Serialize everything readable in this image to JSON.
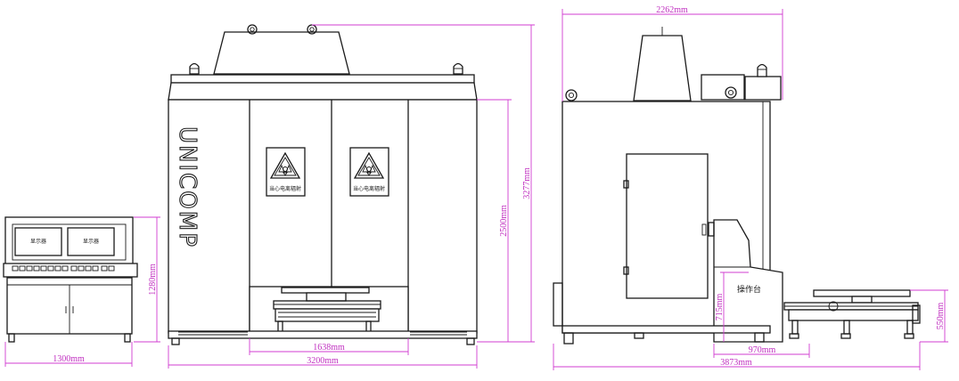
{
  "brand": "UNICOMP",
  "console_front": {
    "screen_left_label": "显示器",
    "screen_right_label": "显示器"
  },
  "warning_labels": [
    "当心电离辐射",
    "当心电离辐射"
  ],
  "operator_panel_label": "操作台",
  "dimensions": {
    "console_width": "1300mm",
    "console_height": "1280mm",
    "front_width": "3200mm",
    "door_opening": "1638mm",
    "cabinet_height": "2500mm",
    "total_height": "3277mm",
    "side_top_width": "2262mm",
    "side_total_width": "3873mm",
    "operator_depth": "970mm",
    "operator_height": "715mm",
    "table_height": "550mm"
  },
  "colors": {
    "dimension_line": "#d23cd2",
    "outline": "#1a1a1a"
  }
}
